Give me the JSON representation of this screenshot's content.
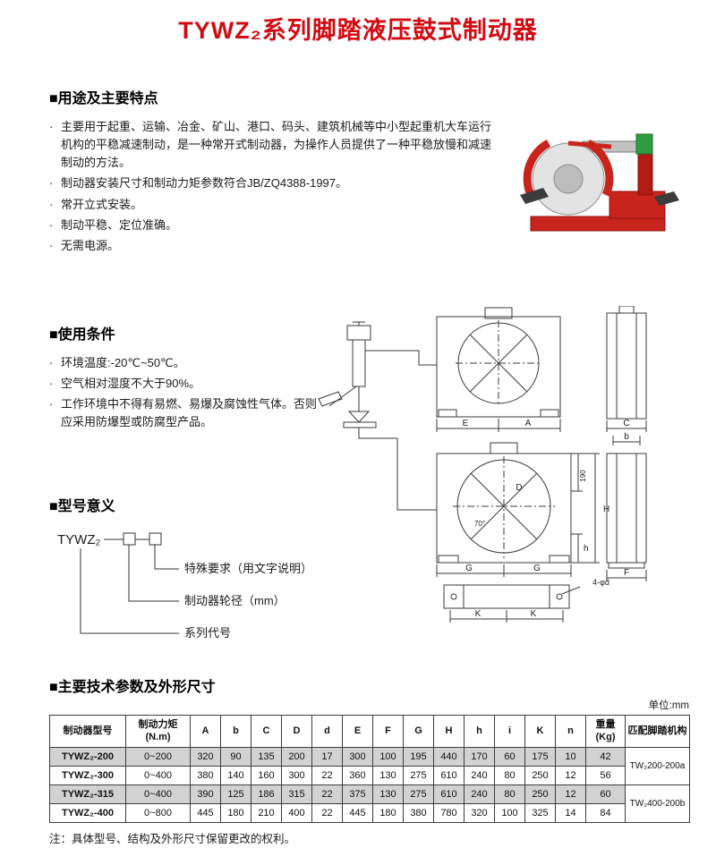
{
  "title": "TYWZ₂系列脚踏液压鼓式制动器",
  "bullet_char": "·",
  "features": {
    "heading": "■用途及主要特点",
    "items": [
      "主要用于起重、运输、冶金、矿山、港口、码头、建筑机械等中小型起重机大车运行机构的平稳减速制动，是一种常开式制动器，为操作人员提供了一种平稳放慢和减速制动的方法。",
      "制动器安装尺寸和制动力矩参数符合JB/ZQ4388-1997。",
      "常开立式安装。",
      "制动平稳、定位准确。",
      "无需电源。"
    ]
  },
  "conditions": {
    "heading": "■使用条件",
    "items": [
      "环境温度:-20℃~50℃。",
      "空气相对湿度不大于90%。",
      "工作环境中不得有易燃、易爆及腐蚀性气体。否则应采用防爆型或防腐型产品。"
    ]
  },
  "model_meaning": {
    "heading": "■型号意义",
    "series": "TYWZ₂",
    "labels": {
      "special": "特殊要求（用文字说明）",
      "diameter": "制动器轮径（mm）",
      "series_code": "系列代号"
    }
  },
  "drawing": {
    "labels": {
      "E": "E",
      "A": "A",
      "C": "C",
      "b": "b",
      "G": "G",
      "F": "F",
      "H": "H",
      "h": "h",
      "K": "K",
      "holes": "4-φd",
      "D": "D",
      "angle": "70°",
      "height190": "190"
    }
  },
  "specs": {
    "heading": "■主要技术参数及外形尺寸",
    "unit": "单位:mm",
    "table": {
      "headers": [
        "制动器型号",
        "制动力矩(N.m)",
        "A",
        "b",
        "C",
        "D",
        "d",
        "E",
        "F",
        "G",
        "H",
        "h",
        "i",
        "K",
        "n",
        "重量(Kg)",
        "匹配脚踏机构"
      ],
      "rows": [
        {
          "model": "TYWZ₂-200",
          "torque": "0~200",
          "dims": [
            "320",
            "90",
            "135",
            "200",
            "17",
            "300",
            "100",
            "195",
            "440",
            "170",
            "60",
            "175",
            "10"
          ],
          "weight": "42",
          "match": "TW₂200-200a"
        },
        {
          "model": "TYWZ₂-300",
          "torque": "0~400",
          "dims": [
            "380",
            "140",
            "160",
            "300",
            "22",
            "360",
            "130",
            "275",
            "610",
            "240",
            "80",
            "250",
            "12"
          ],
          "weight": "56",
          "match": ""
        },
        {
          "model": "TYWZ₂-315",
          "torque": "0~400",
          "dims": [
            "390",
            "125",
            "186",
            "315",
            "22",
            "375",
            "130",
            "275",
            "610",
            "240",
            "80",
            "250",
            "12"
          ],
          "weight": "60",
          "match": "TW₂400-200b"
        },
        {
          "model": "TYWZ₂-400",
          "torque": "0~800",
          "dims": [
            "445",
            "180",
            "210",
            "400",
            "22",
            "445",
            "180",
            "380",
            "780",
            "320",
            "100",
            "325",
            "14"
          ],
          "weight": "84",
          "match": ""
        }
      ]
    },
    "note": "注：具体型号、结构及外形尺寸保留更改的权利。"
  },
  "colors": {
    "title_red": "#d10b11",
    "photo_red": "#c8241c",
    "photo_green": "#2f9e41",
    "row_shade": "#d2d2d2"
  }
}
